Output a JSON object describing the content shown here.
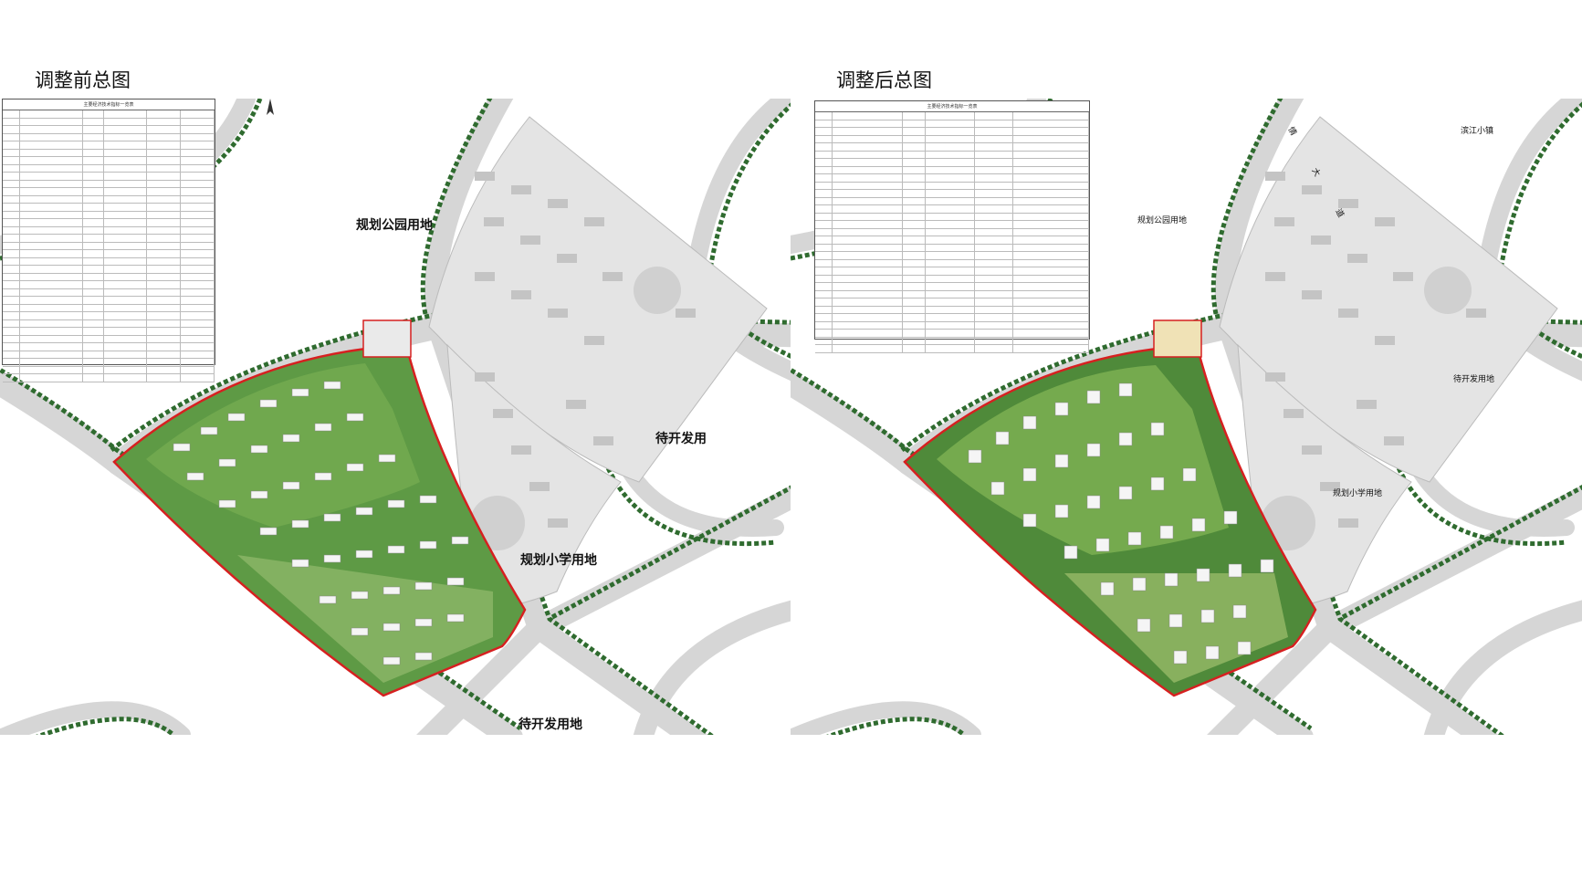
{
  "before": {
    "title": "调整前总图",
    "labels": {
      "park": "规划公园用地",
      "pending_east": "待开发用",
      "school": "规划小学用地",
      "pending_south": "待开发用地"
    },
    "table_title": "主要经济技术指标一览表"
  },
  "after": {
    "title": "调整后总图",
    "labels": {
      "park": "规划公园用地",
      "pending_east": "待开发用地",
      "school": "规划小学用地",
      "town": "滨江小镇",
      "road": "凤 情 大 道"
    },
    "table_title": "主要经济技术指标一览表"
  },
  "colors": {
    "road": "#d9d9d9",
    "road_edge": "#ffffff",
    "tree": "#2f6b2f",
    "site_green": "#5e9a45",
    "redline": "#d62020",
    "building": "#f2f2f2",
    "gray_block": "#bdbdbd"
  }
}
